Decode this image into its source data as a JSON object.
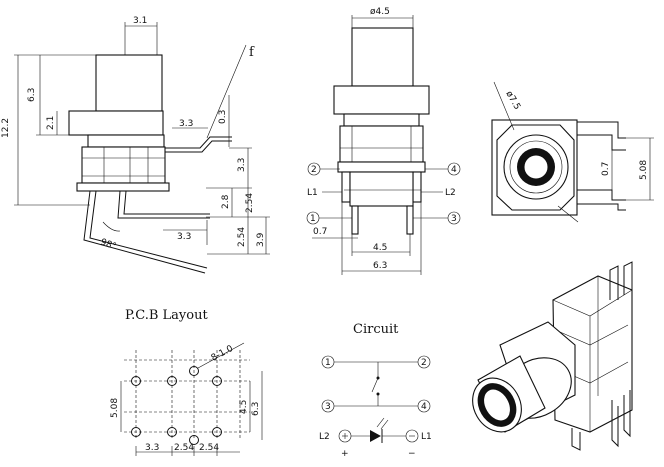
{
  "side_view": {
    "labels": {
      "w_top": "3.1",
      "h_cap": "6.3",
      "h_total": "12.2",
      "h_lower": "2.1",
      "f_mark": "f",
      "h_03": "0.3",
      "w_33a": "3.3",
      "h_33": "3.3",
      "h_28": "2.8",
      "h_254a": "2.54",
      "w_33b": "3.3",
      "h_254b": "2.54",
      "h_39": "3.9",
      "angle": "98°"
    }
  },
  "front_view": {
    "labels": {
      "dia": "ø4.5",
      "pin2": "2",
      "pin4": "4",
      "l1": "L1",
      "l2": "L2",
      "pin1": "1",
      "pin3": "3",
      "w_07": "0.7",
      "w_45": "4.5",
      "w_63": "6.3"
    }
  },
  "top_view": {
    "labels": {
      "dia": "ø7.5",
      "w_07": "0.7",
      "h_508": "5.08"
    }
  },
  "pcb_layout": {
    "title": "P.C.B Layout",
    "labels": {
      "hole": "8-1.0",
      "h_508": "5.08",
      "h_45": "4.5",
      "h_63": "6.3",
      "w_33": "3.3",
      "w_254a": "2.54",
      "w_254b": "2.54"
    }
  },
  "circuit": {
    "title": "Circuit",
    "labels": {
      "n1": "1",
      "n2": "2",
      "n3": "3",
      "n4": "4",
      "l2": "L2",
      "l1": "L1",
      "plus": "+",
      "minus": "−"
    }
  },
  "colors": {
    "line": "#111111",
    "background": "#ffffff"
  }
}
